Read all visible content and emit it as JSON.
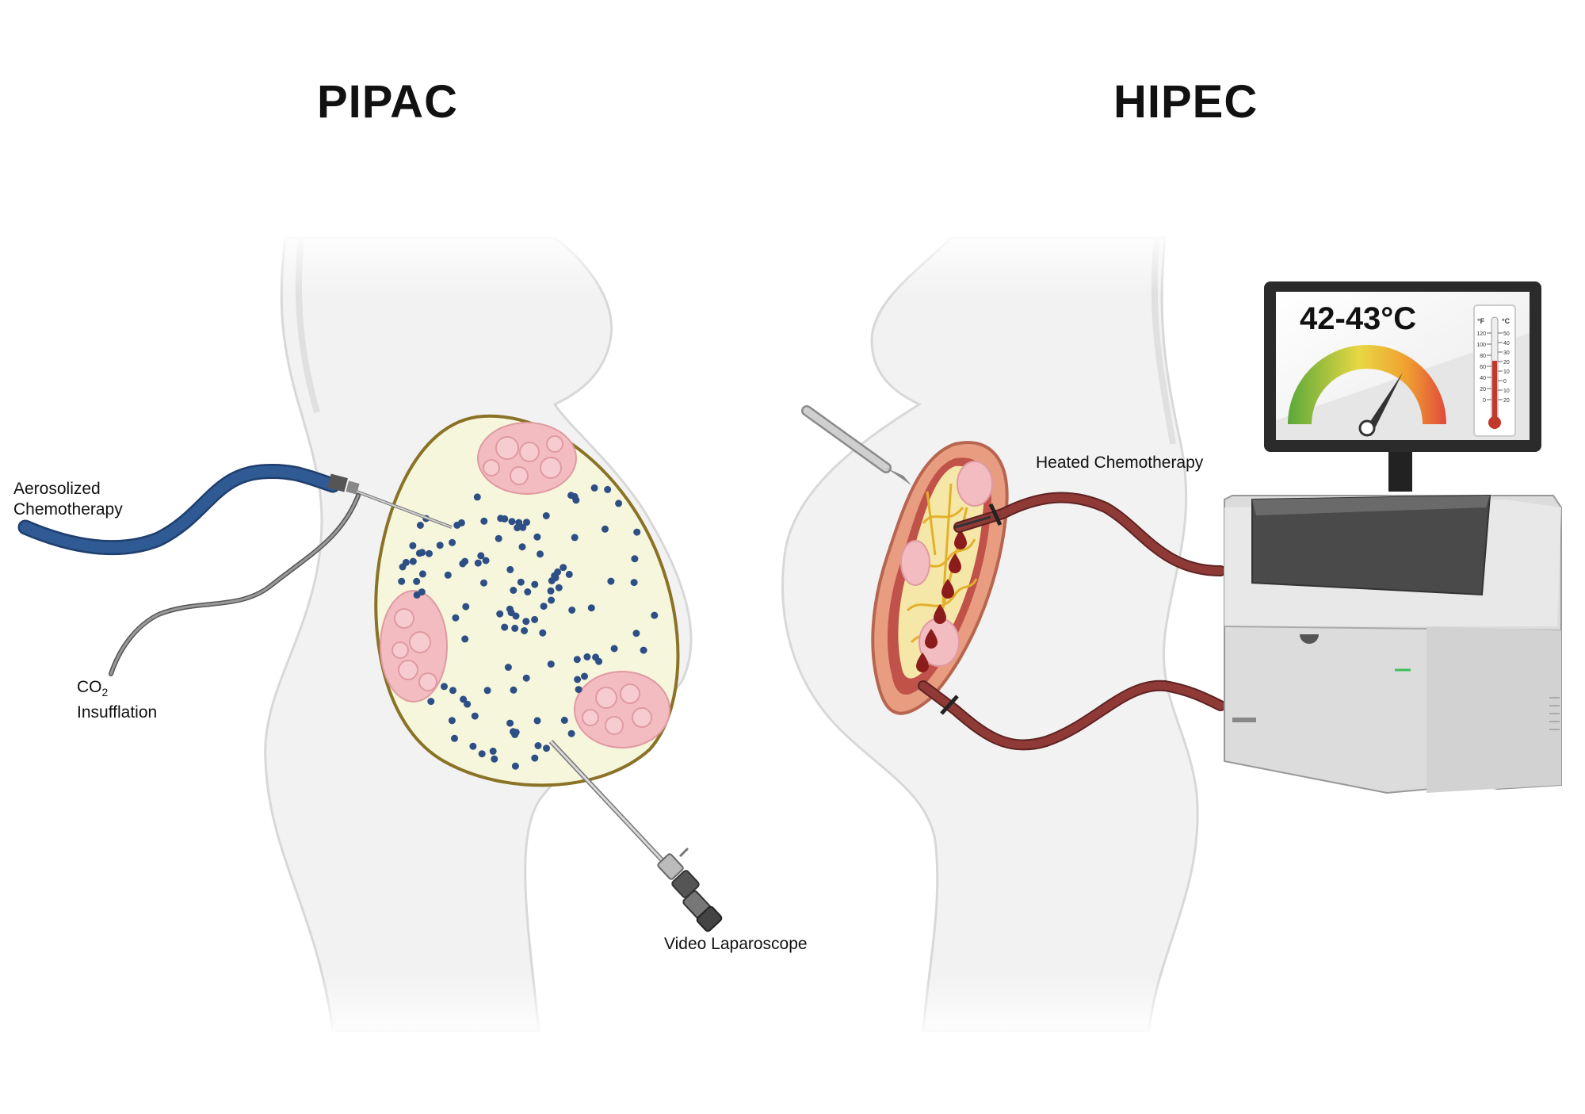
{
  "panels": {
    "left": {
      "title": "PIPAC"
    },
    "right": {
      "title": "HIPEC"
    }
  },
  "labels": {
    "aerosolized_line1": "Aerosolized",
    "aerosolized_line2": "Chemotherapy",
    "co2_main": "CO",
    "co2_sub": "2",
    "co2_line2": "Insufflation",
    "video_laparoscope": "Video Laparoscope",
    "heated_chemotherapy": "Heated Chemotherapy"
  },
  "monitor": {
    "temperature": "42-43°C",
    "f_unit": "°F",
    "c_unit": "°C",
    "f_ticks": [
      "120",
      "100",
      "80",
      "60",
      "40",
      "20",
      "0"
    ],
    "c_ticks": [
      "50",
      "40",
      "30",
      "20",
      "10",
      "0",
      "10",
      "20"
    ]
  },
  "colors": {
    "tube_blue": "#2f5a93",
    "tube_red": "#8f3a37",
    "cavity_fill": "#f6f6dd",
    "cavity_border": "#8a7326",
    "droplet_blue": "#2d4f86",
    "tumor_pink": "#f2bcc0",
    "body_fill": "#f2f2f2"
  }
}
